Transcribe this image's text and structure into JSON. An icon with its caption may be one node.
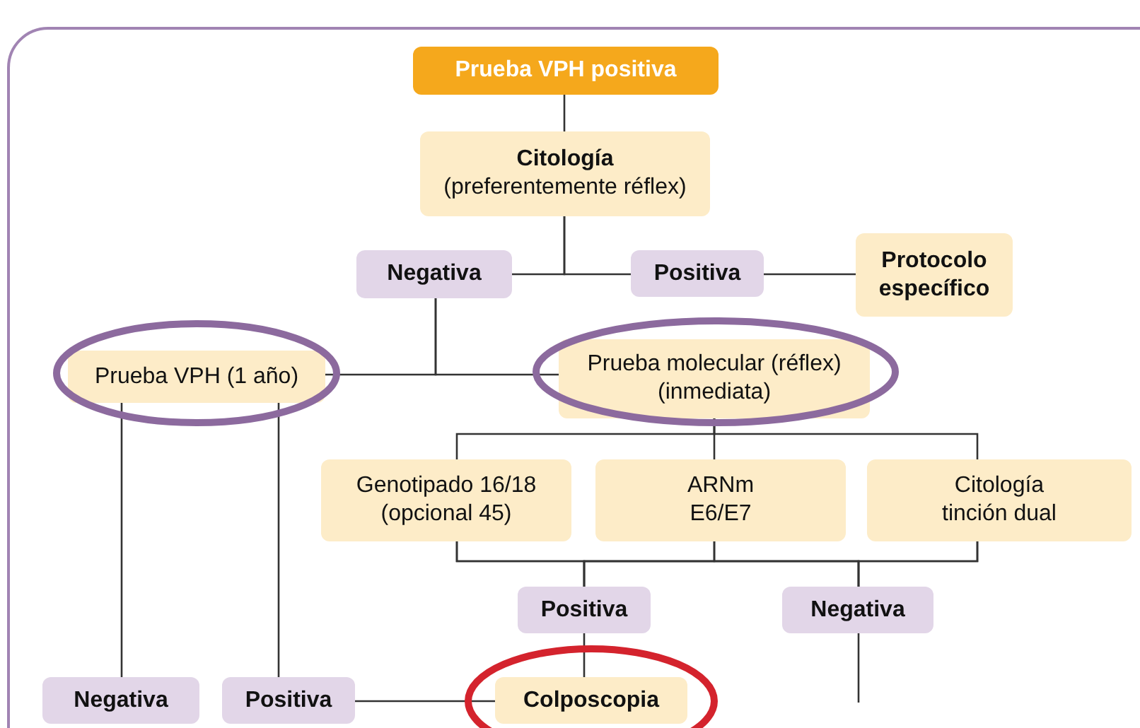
{
  "diagram": {
    "nodes": [
      {
        "text": [
          "Prueba VPH positiva"
        ]
      },
      {
        "text": [
          "Citología",
          "(preferentemente réflex)"
        ]
      },
      {
        "text": [
          "Negativa"
        ]
      },
      {
        "text": [
          "Positiva"
        ]
      },
      {
        "text": [
          "Protocolo específico"
        ]
      },
      {
        "text": [
          "Prueba VPH (1 año)"
        ]
      },
      {
        "text": [
          "Prueba molecular (réflex) (inmediata)"
        ]
      },
      {
        "text": [
          "Genotipado 16/18 (opcional 45)"
        ]
      },
      {
        "text": [
          "ARNm E6/E7"
        ]
      },
      {
        "text": [
          "Citología tinción dual"
        ]
      },
      {
        "text": [
          "Positiva"
        ]
      },
      {
        "text": [
          "Negativa"
        ]
      },
      {
        "text": [
          "Negativa"
        ]
      },
      {
        "text": [
          "Positiva"
        ]
      },
      {
        "text": [
          "Colposcopia"
        ]
      }
    ],
    "edges": [
      {
        "from": 0,
        "to": 1,
        "arrow": "none"
      },
      {
        "from": 1,
        "to": 2,
        "arrow": "none"
      },
      {
        "from": 1,
        "to": 3,
        "arrow": "none"
      },
      {
        "from": 3,
        "to": 4,
        "arrow": "none"
      },
      {
        "from": 2,
        "to": 5,
        "arrow": "none"
      },
      {
        "from": 2,
        "to": 6,
        "arrow": "none"
      },
      {
        "from": 6,
        "to": 7,
        "arrow": "none"
      },
      {
        "from": 6,
        "to": 8,
        "arrow": "none"
      },
      {
        "from": 6,
        "to": 9,
        "arrow": "none"
      },
      {
        "from": 7,
        "to": 10,
        "arrow": "none"
      },
      {
        "from": 8,
        "to": 10,
        "arrow": "none"
      },
      {
        "from": 9,
        "to": 10,
        "arrow": "none"
      },
      {
        "from": 7,
        "to": 11,
        "arrow": "none"
      },
      {
        "from": 8,
        "to": 11,
        "arrow": "none"
      },
      {
        "from": 9,
        "to": 11,
        "arrow": "none"
      },
      {
        "from": 10,
        "to": 14,
        "arrow": "none"
      },
      {
        "from": 11,
        "to": null,
        "arrow": "none"
      },
      {
        "from": 5,
        "to": 12,
        "arrow": "none"
      },
      {
        "from": 5,
        "to": 13,
        "arrow": "none"
      },
      {
        "from": 13,
        "to": 14,
        "arrow": "none"
      }
    ]
  }
}
